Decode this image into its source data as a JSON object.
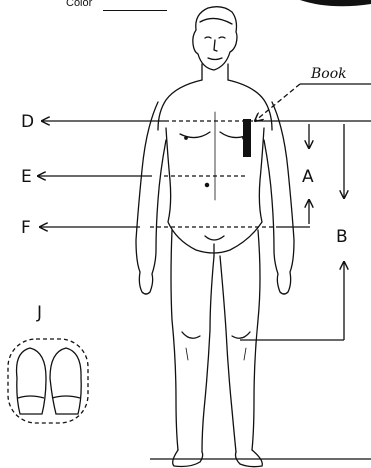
{
  "header": {
    "color_label": "Color"
  },
  "labels": {
    "book": "Book",
    "d": "D",
    "e": "E",
    "f": "F",
    "a": "A",
    "b": "B",
    "j": "J"
  },
  "colors": {
    "ink": "#111111",
    "book_fill": "#111111",
    "background": "#ffffff"
  }
}
